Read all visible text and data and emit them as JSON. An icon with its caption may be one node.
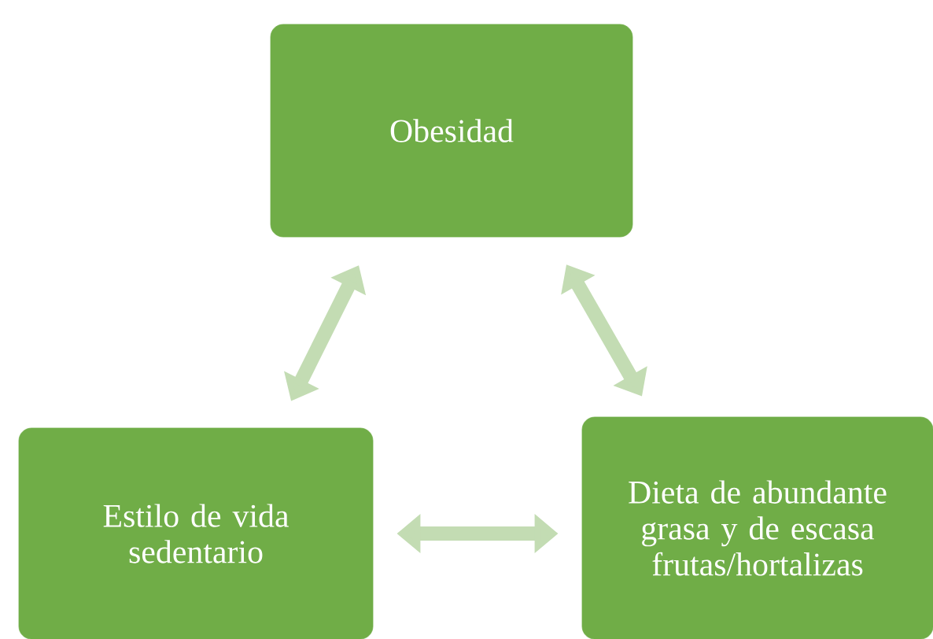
{
  "diagram": {
    "nodes": [
      {
        "text": [
          "Obesidad"
        ]
      },
      {
        "text": [
          "Estilo de vida sedentario"
        ]
      },
      {
        "text": [
          "Dieta de abundante grasa y de escasa frutas/hortalizas"
        ]
      }
    ],
    "edges": [
      {
        "from": 0,
        "to": 1,
        "arrow": "both"
      },
      {
        "from": 0,
        "to": 2,
        "arrow": "both"
      },
      {
        "from": 1,
        "to": 2,
        "arrow": "both"
      }
    ]
  }
}
